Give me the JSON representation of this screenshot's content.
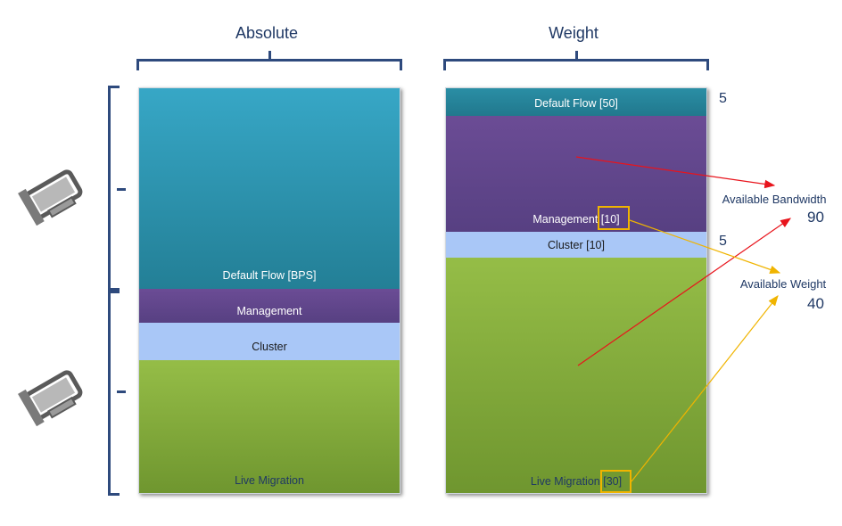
{
  "headings": {
    "absolute": "Absolute",
    "weight": "Weight"
  },
  "absolute_column": {
    "default_flow": "Default Flow [BPS]",
    "management": "Management",
    "cluster": "Cluster",
    "live_migration": "Live Migration"
  },
  "weight_column": {
    "default_flow": "Default Flow [50]",
    "management_name": "Management",
    "management_weight": "[10]",
    "cluster": "Cluster [10]",
    "live_migration_name": "Live Migration",
    "live_migration_weight": "[30]"
  },
  "side_numbers": {
    "top": "5",
    "middle": "5"
  },
  "available_bandwidth": {
    "label": "Available Bandwidth",
    "value": "90"
  },
  "available_weight": {
    "label": "Available Weight",
    "value": "40"
  },
  "colors": {
    "arrow_bandwidth": "#e8141c",
    "arrow_weight": "#f0b400",
    "default_flow": "#2a95b0",
    "management": "#61478b",
    "cluster": "#a9c7f7",
    "live_migration": "#86ac3e"
  },
  "icons": {
    "nic_top": "network-card-icon",
    "nic_bottom": "network-card-icon"
  }
}
